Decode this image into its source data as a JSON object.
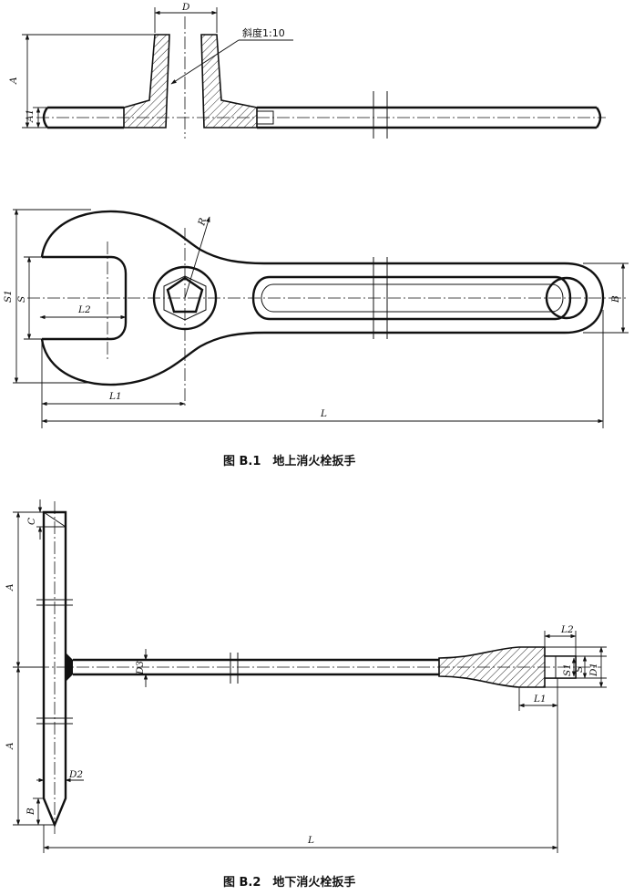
{
  "figure1": {
    "caption": "图 B.1　地上消火栓扳手",
    "slope_note": "斜度1:10",
    "labels": {
      "D": "D",
      "A": "A",
      "A1": "A1",
      "R": "R",
      "S1": "S1",
      "S": "S",
      "L2": "L2",
      "B": "B",
      "L1": "L1",
      "L": "L"
    }
  },
  "figure2": {
    "caption": "图 B.2　地下消火栓扳手",
    "labels": {
      "C": "C",
      "A_top": "A",
      "A_bottom": "A",
      "D3": "D3",
      "D2": "D2",
      "B": "B",
      "L2": "L2",
      "S1": "S1",
      "S": "S",
      "D1": "D1",
      "L1": "L1",
      "L": "L"
    }
  }
}
